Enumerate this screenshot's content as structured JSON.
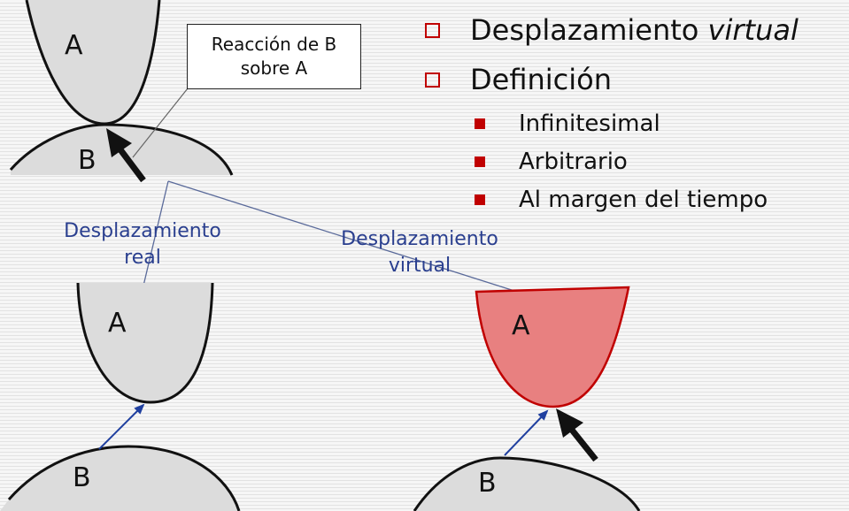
{
  "callout": {
    "line1": "Reacción de B",
    "line2": "sobre A"
  },
  "bullets": {
    "title_main": "Desplazamiento",
    "title_emphasis": "virtual",
    "definition": "Definición",
    "sub_items": [
      "Infinitesimal",
      "Arbitrario",
      "Al margen del tiempo"
    ]
  },
  "labels": {
    "body_a": "A",
    "body_b": "B",
    "real_line1": "Desplazamiento",
    "real_line2": "real",
    "virtual_line1": "Desplazamiento",
    "virtual_line2": "virtual"
  },
  "colors": {
    "bullet_red": "#c00000",
    "virtual_body_fill": "#e88080",
    "virtual_body_stroke": "#c00000",
    "arrow_blue": "#1f3f9f",
    "label_blue": "#2a3f8f"
  }
}
